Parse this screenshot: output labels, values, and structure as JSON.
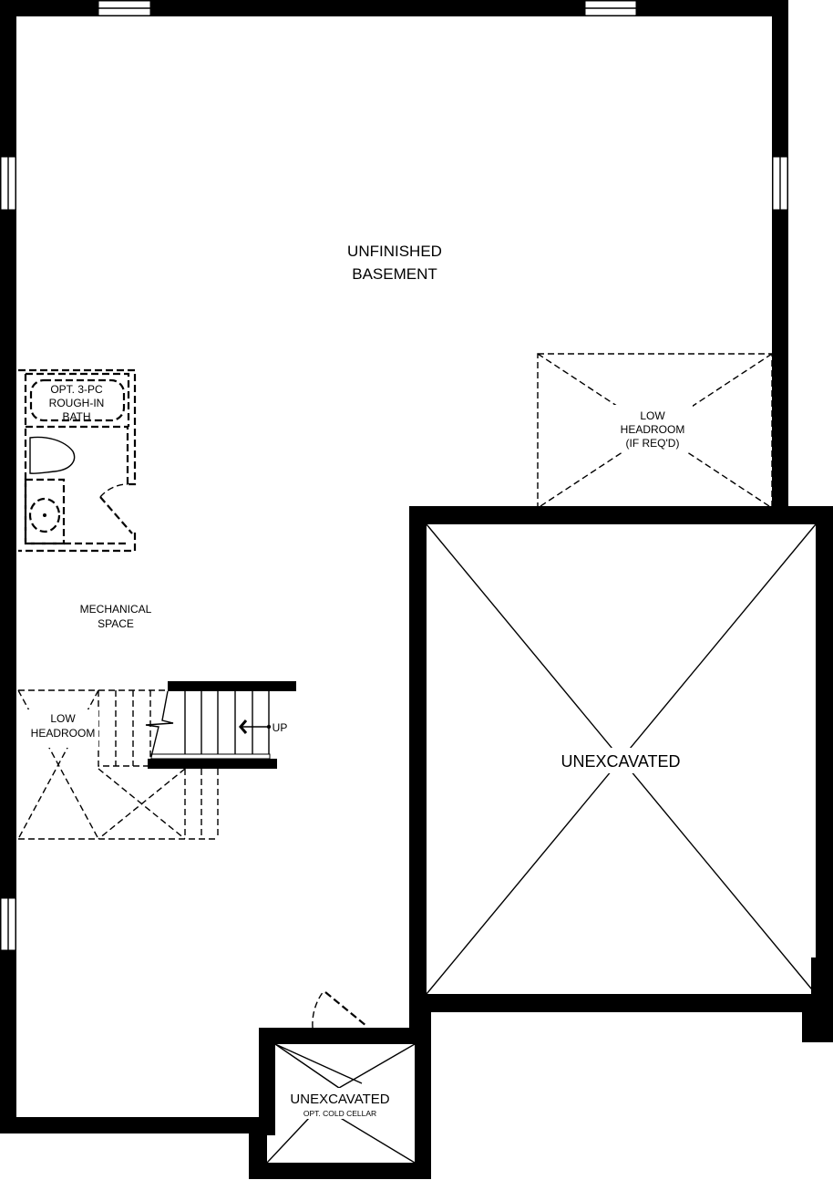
{
  "plan": {
    "rooms": {
      "basement": [
        "UNFINISHED",
        "BASEMENT"
      ],
      "low_headroom_right": [
        "LOW",
        "HEADROOM",
        "(IF REQ'D)"
      ],
      "bath": [
        "OPT. 3-PC",
        "ROUGH-IN",
        "BATH"
      ],
      "mechanical": [
        "MECHANICAL",
        "SPACE"
      ],
      "low_headroom_left": [
        "LOW",
        "HEADROOM"
      ],
      "unexcavated": "UNEXCAVATED",
      "cold_cellar": {
        "title": "UNEXCAVATED",
        "subtitle": "OPT. COLD CELLAR"
      }
    },
    "stair_label": "UP"
  }
}
